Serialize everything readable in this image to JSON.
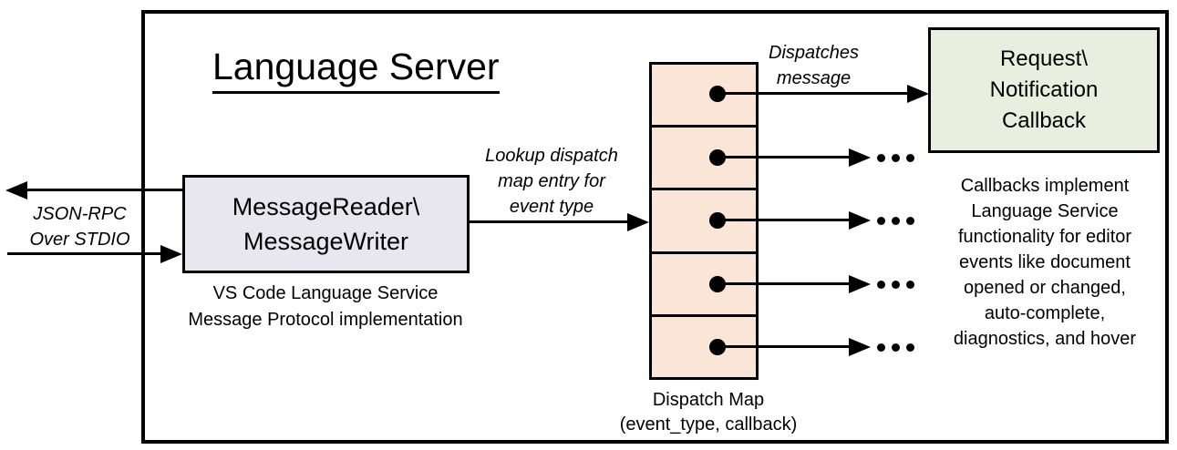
{
  "colors": {
    "line": "#000000",
    "background": "#FFFFFF",
    "reader_fill": "#E8E6EF",
    "map_fill": "#FBE5D6",
    "callback_fill": "#E8EFDE"
  },
  "diagram": {
    "title": "Language Server",
    "stdio_label": "JSON-RPC\nOver STDIO",
    "reader_box": {
      "label": "MessageReader\\\nMessageWriter",
      "caption": "VS Code Language Service\nMessage Protocol implementation"
    },
    "lookup_label": "Lookup dispatch\nmap entry for\nevent type",
    "dispatches_label": "Dispatches\nmessage",
    "dispatch_map": {
      "cell_count": 5,
      "caption": "Dispatch Map\n(event_type, callback)"
    },
    "callback_box": {
      "label": "Request\\\nNotification\nCallback"
    },
    "callbacks_note": "Callbacks implement\nLanguage Service\nfunctionality for editor\nevents like document\nopened or changed,\nauto-complete,\ndiagnostics, and hover"
  }
}
